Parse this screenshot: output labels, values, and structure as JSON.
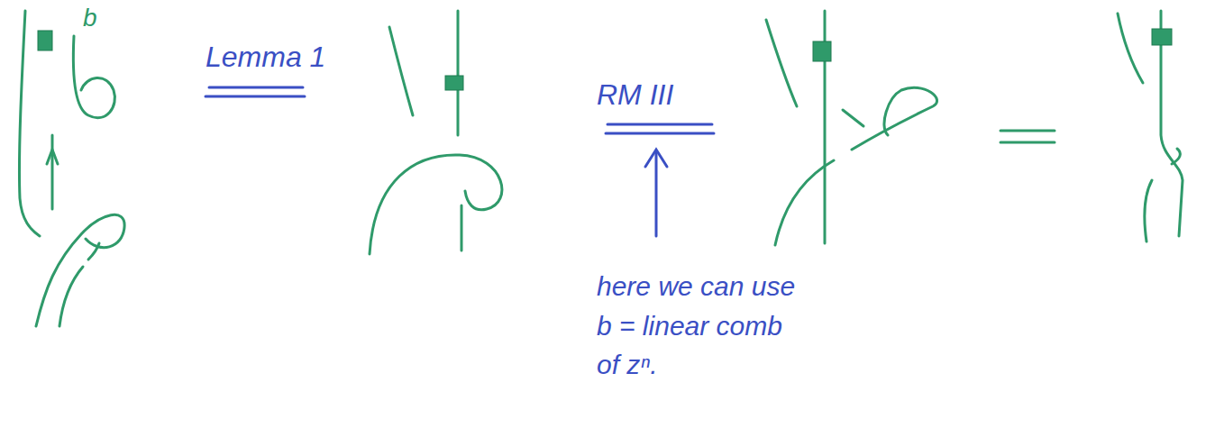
{
  "diagram": {
    "labels": [
      "b",
      "Lemma 1",
      "RM III",
      "here we can use b = linear comb of zⁿ."
    ]
  }
}
